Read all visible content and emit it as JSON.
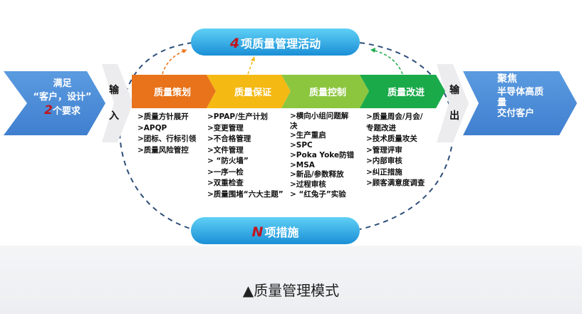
{
  "input": {
    "title": "满足",
    "line2": "“客户，设计”",
    "number": "2",
    "line3": "个要求"
  },
  "input_label": [
    "输",
    "入"
  ],
  "output_label": [
    "输",
    "出"
  ],
  "output": {
    "title": "聚焦",
    "line2": "半导体高质",
    "line3": "量",
    "line4": "交付客户"
  },
  "top_pill": {
    "number": "4",
    "label": "项质量管理活动"
  },
  "bottom_pill": {
    "number": "N",
    "label": "项措施"
  },
  "stages": [
    {
      "label": "质量策划",
      "color": "#e8731a",
      "items": [
        ">质量方针展开",
        ">APQP",
        ">团标、行标引领",
        ">质量风险管控"
      ]
    },
    {
      "label": "质量保证",
      "color": "#f5b914",
      "items": [
        ">PPAP/生产计划",
        ">变更管理",
        ">不合格管理",
        ">文件管理",
        "> “防火墙”",
        ">一序一检",
        ">双重检查",
        ">质量围堵“六大主题”"
      ]
    },
    {
      "label": "质量控制",
      "color": "#8cc63f",
      "items": [
        ">横向小组问题解",
        "决",
        ">生产重启",
        ">SPC",
        ">Poka Yoke防错",
        ">MSA",
        ">新品/参数释放",
        ">过程审核",
        "> “红兔子”实验"
      ]
    },
    {
      "label": "质量改进",
      "color": "#1aaa4a",
      "items": [
        ">质量周会/月会/",
        "专题改进",
        ">技术质量攻关",
        ">管理评审",
        ">内部审核",
        ">纠正措施",
        ">顾客满意度调查"
      ]
    }
  ],
  "caption": "▲质量管理模式"
}
